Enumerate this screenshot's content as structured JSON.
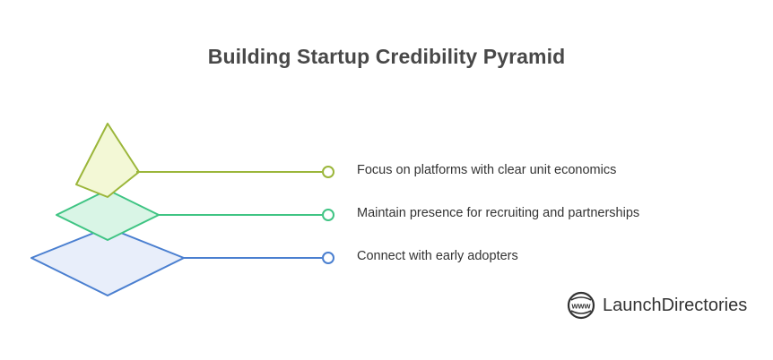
{
  "title": "Building Startup Credibility Pyramid",
  "levels": [
    {
      "label": "Focus on platforms with clear unit economics",
      "stroke": "#9bb63a",
      "fill": "#f3f8d6"
    },
    {
      "label": "Maintain presence for recruiting and partnerships",
      "stroke": "#3fc483",
      "fill": "#d9f5e6"
    },
    {
      "label": "Connect with early adopters",
      "stroke": "#4a7fd0",
      "fill": "#e8eefa"
    }
  ],
  "brand": {
    "name": "LaunchDirectories",
    "icon": "www-globe-icon",
    "icon_text": "www"
  }
}
